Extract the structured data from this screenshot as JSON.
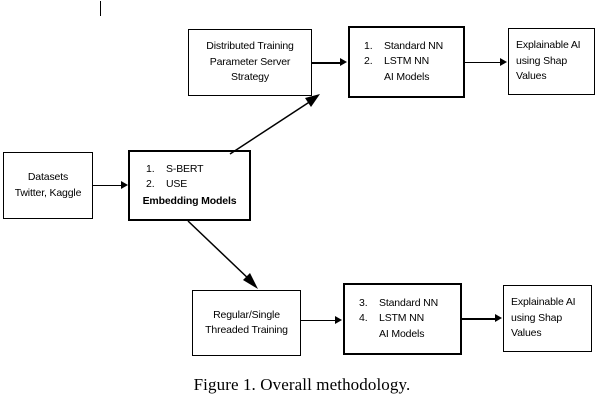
{
  "figure": {
    "caption": "Figure 1. Overall methodology.",
    "type": "flowchart",
    "colors": {
      "stroke": "#000000",
      "background": "#ffffff",
      "text": "#000000"
    }
  },
  "nodes": {
    "datasets": {
      "id": "datasets",
      "lines": [
        "Datasets",
        "Twitter, Kaggle"
      ]
    },
    "embedding": {
      "id": "embedding-models",
      "items": [
        {
          "num": "1.",
          "label": "S-BERT"
        },
        {
          "num": "2.",
          "label": "USE"
        }
      ],
      "footer": "Embedding Models"
    },
    "distributed_training": {
      "id": "distributed-training",
      "lines": [
        "Distributed Training",
        "Parameter Server",
        "Strategy"
      ]
    },
    "regular_training": {
      "id": "regular-single-threaded-training",
      "lines": [
        "Regular/Single",
        "Threaded Training"
      ]
    },
    "nn_top": {
      "id": "ai-models-top",
      "items": [
        {
          "num": "1.",
          "label": "Standard NN"
        },
        {
          "num": "2.",
          "label": "LSTM NN"
        },
        {
          "num": "",
          "label": "AI Models"
        }
      ]
    },
    "nn_bottom": {
      "id": "ai-models-bottom",
      "items": [
        {
          "num": "3.",
          "label": "Standard NN"
        },
        {
          "num": "4.",
          "label": "LSTM NN"
        },
        {
          "num": "",
          "label": "AI Models"
        }
      ]
    },
    "xai_top": {
      "id": "explainable-ai-top",
      "lines": [
        "Explainable AI",
        "using Shap",
        "Values"
      ]
    },
    "xai_bottom": {
      "id": "explainable-ai-bottom",
      "lines": [
        "Explainable AI",
        "using Shap",
        "Values"
      ]
    }
  },
  "edges": [
    {
      "id": "datasets-to-embedding",
      "from": "datasets",
      "to": "embedding",
      "style": "straight-horizontal"
    },
    {
      "id": "embedding-to-distributed",
      "from": "embedding",
      "to": "distributed_training",
      "style": "diagonal-up"
    },
    {
      "id": "embedding-to-regular",
      "from": "embedding",
      "to": "regular_training",
      "style": "diagonal-down"
    },
    {
      "id": "distributed-to-nn-top",
      "from": "distributed_training",
      "to": "nn_top",
      "style": "straight-horizontal"
    },
    {
      "id": "nn-top-to-xai-top",
      "from": "nn_top",
      "to": "xai_top",
      "style": "straight-horizontal"
    },
    {
      "id": "regular-to-nn-bottom",
      "from": "regular_training",
      "to": "nn_bottom",
      "style": "straight-horizontal"
    },
    {
      "id": "nn-bottom-to-xai-bottom",
      "from": "nn_bottom",
      "to": "xai_bottom",
      "style": "straight-horizontal"
    }
  ]
}
